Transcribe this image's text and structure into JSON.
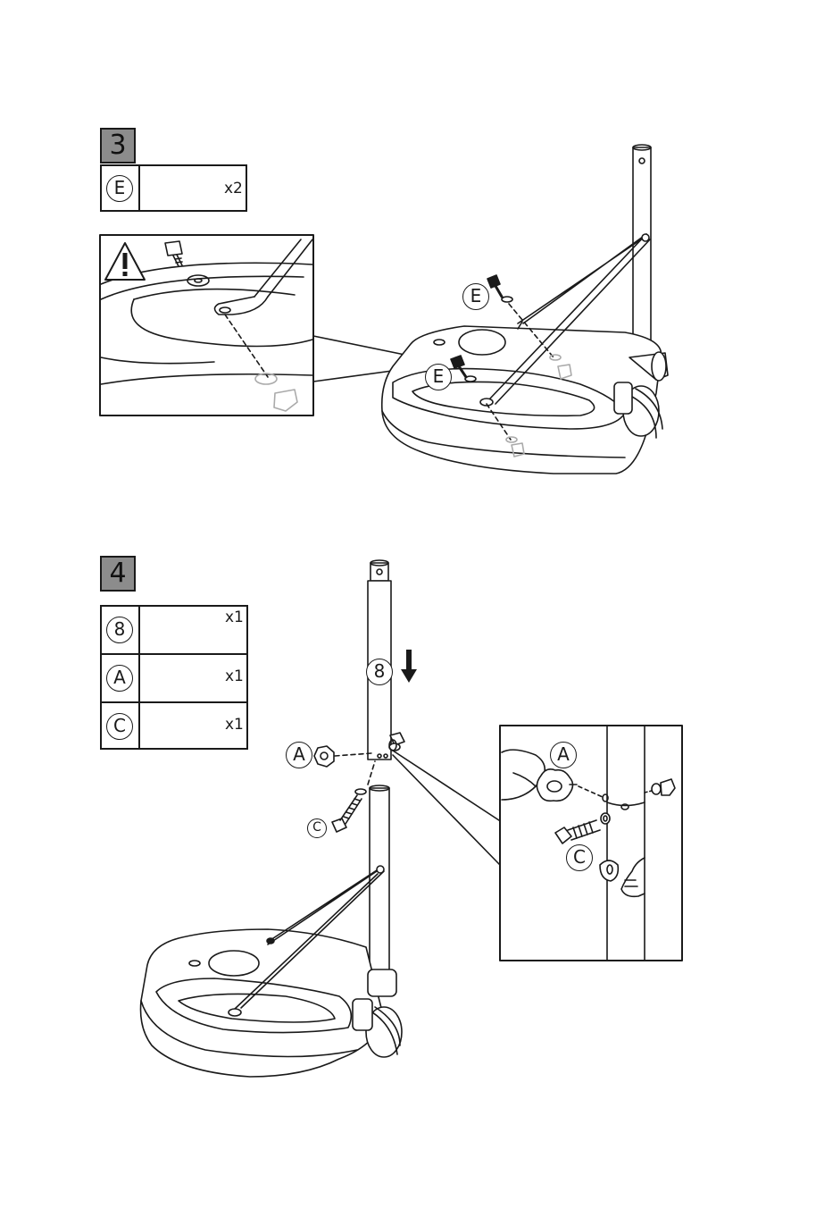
{
  "step3": {
    "number": "3",
    "parts": [
      {
        "letter": "E",
        "qty": "x2",
        "icon": "bolt-washer-nut-icon"
      }
    ],
    "callouts": [
      "E",
      "E"
    ],
    "warning_icon": "warning-triangle-icon"
  },
  "step4": {
    "number": "4",
    "parts": [
      {
        "letter": "8",
        "qty": "x1",
        "icon": "pole-tube-icon"
      },
      {
        "letter": "A",
        "qty": "x1",
        "icon": "star-knob-icon"
      },
      {
        "letter": "C",
        "qty": "x1",
        "icon": "bolt-washer-set-icon"
      }
    ],
    "callouts": {
      "pole": "8",
      "knob": "A",
      "bolt": "C",
      "detail_knob": "A",
      "detail_bolt": "C"
    },
    "direction_icon": "arrow-down-icon"
  }
}
